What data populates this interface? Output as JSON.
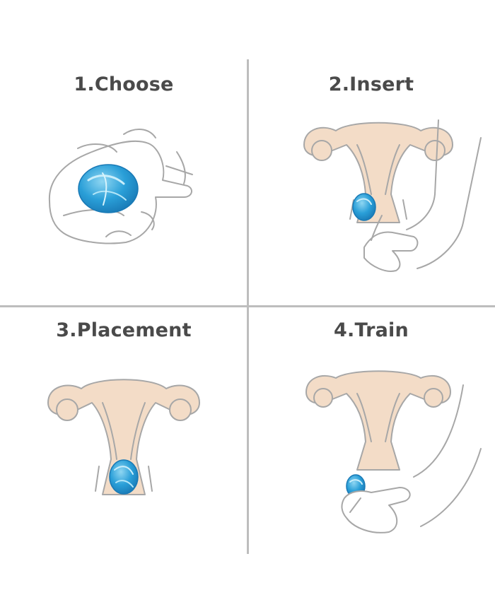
{
  "steps": [
    {
      "title": "1.Choose"
    },
    {
      "title": "2.Insert"
    },
    {
      "title": "3.Placement"
    },
    {
      "title": "4.Train"
    }
  ],
  "colors": {
    "egg_main": "#2a9fd8",
    "egg_light": "#8fd6f2",
    "egg_dark": "#1979b5",
    "uterus_fill": "#f3dcc7",
    "outline": "#a7a7a7",
    "title_text": "#4a4a4a",
    "divider": "#bdbdbd"
  },
  "icons": [
    "jade-egg-icon",
    "uterus-icon",
    "hand-icon"
  ]
}
